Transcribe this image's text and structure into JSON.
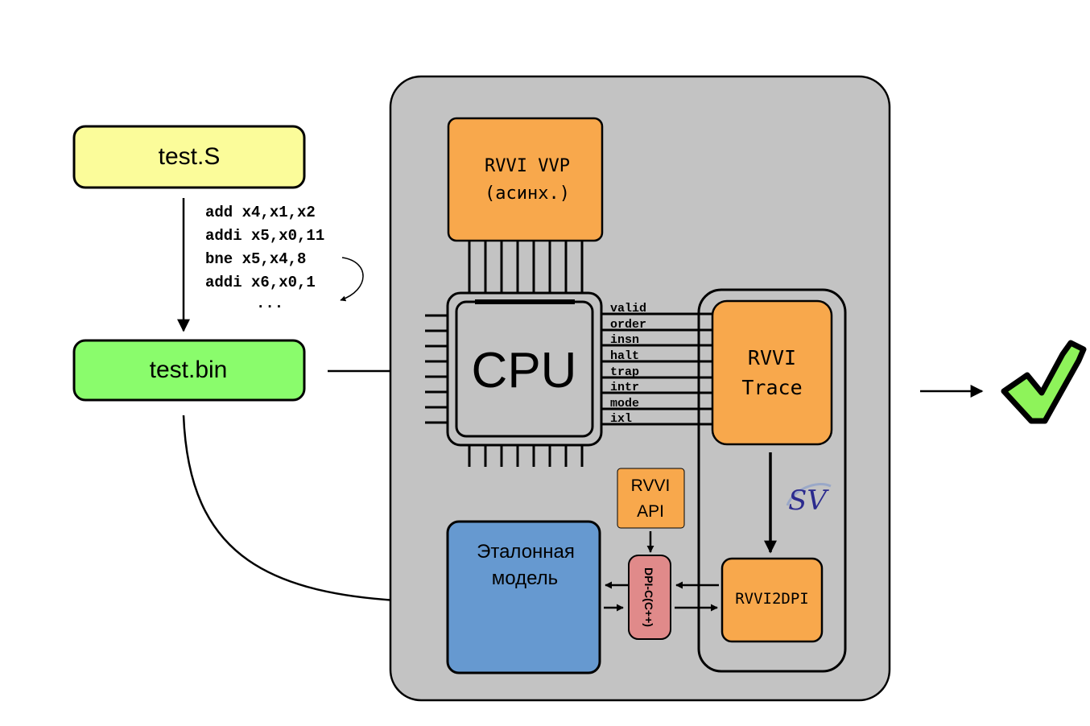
{
  "files": {
    "source": "test.S",
    "binary": "test.bin"
  },
  "code_lines": [
    "add x4,x1,x2",
    "addi x5,x0,11",
    "bne x5,x4,8",
    "addi x6,x0,1",
    "..."
  ],
  "vwp": {
    "line1": "RVVI VVP",
    "line2": "(асинх.)"
  },
  "cpu": "CPU",
  "signals": [
    "valid",
    "order",
    "insn",
    "halt",
    "trap",
    "intr",
    "mode",
    "ixl"
  ],
  "trace": {
    "line1": "RVVI",
    "line2": "Trace"
  },
  "sv_logo": "SV",
  "api": {
    "line1": "RVVI",
    "line2": "API"
  },
  "dpi": "DPI-C(C++)",
  "rvvi2dpi": "RVVI2DPI",
  "reference_model": {
    "line1": "Эталонная",
    "line2": "модель"
  },
  "result_icon": "checkmark-icon",
  "colors": {
    "source_box": "#fbfc9a",
    "binary_box": "#8afc6c",
    "panel": "#c3c3c3",
    "orange_block": "#f8a84c",
    "reference_model": "#6699d0",
    "dpi": "#e08a8a",
    "check_fill": "#8ef35a",
    "sv_logo": "#2b2a8e"
  }
}
